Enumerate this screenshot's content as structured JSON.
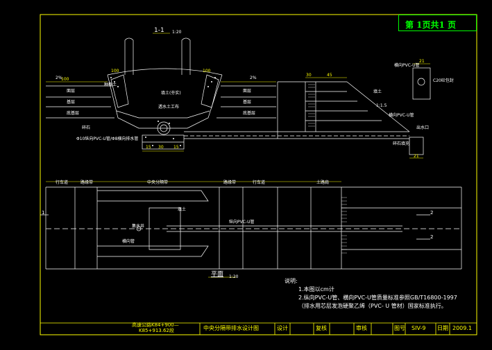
{
  "page_indicator": {
    "label": "第 1页共1 页"
  },
  "section": {
    "title": "1-1",
    "scale": "1:20"
  },
  "plan": {
    "title": "平面",
    "scale": "1:20",
    "mark_left": "1",
    "mark_right_top": "2",
    "mark_right_bottom": "2"
  },
  "section_labels": {
    "width_left_1": "100",
    "width_left_2": "100",
    "width_center": "100",
    "left_layers": [
      "面层",
      "基层",
      "底基层"
    ],
    "right_layers": [
      "面层",
      "基层",
      "底基层"
    ],
    "planting_soil": "种植土",
    "fill_soil": "填土(夯实)",
    "drainage_blind": "透水土工布",
    "gravel": "碎石",
    "pvc_pipe": "Φ10纵向PVC-U管/Φ8横向排水管",
    "dims_bottom": [
      "15",
      "30",
      "15"
    ],
    "slope_a": "2%",
    "slope_b": "2%"
  },
  "right_section": {
    "dims_top": [
      "30",
      "45"
    ],
    "soil": "填土",
    "slope": "1:1.5",
    "pipe_label": "横向PVC-U管",
    "outlet": "出水口",
    "gravel_fill": "碎石填充",
    "detail_title": "横向PVC-U管",
    "detail_dim_top": "21",
    "detail_dim_bottom": "21",
    "detail_note": "C20砼包封"
  },
  "plan_labels": {
    "top_bands": [
      "行车道",
      "路缘带",
      "中央分隔带",
      "路缘带",
      "行车道",
      "土路肩"
    ],
    "pipe": "纵向PVC-U管",
    "fill": "填土",
    "cross_pipe": "横向管",
    "well": "集水井"
  },
  "notes": {
    "heading": "说明:",
    "line1": "1.本图以cm计",
    "line2": "2.纵向PVC-U管、横向PVC-U管质量标准参照GB/T16800-1997",
    "line3": "（排水用芯层发泡硬聚乙烯（PVC- U 管材）国家标准执行。"
  },
  "title_block": {
    "project_line1": "高速公路K84+900—",
    "project_line2": "K85+913.62段",
    "drawing_title": "中央分隔带排水设计图",
    "design": "设计",
    "review": "复核",
    "audit": "审核",
    "drawing_no_label": "图号",
    "drawing_no": "SIV-9",
    "date_label": "日期",
    "date": "2009.1"
  }
}
